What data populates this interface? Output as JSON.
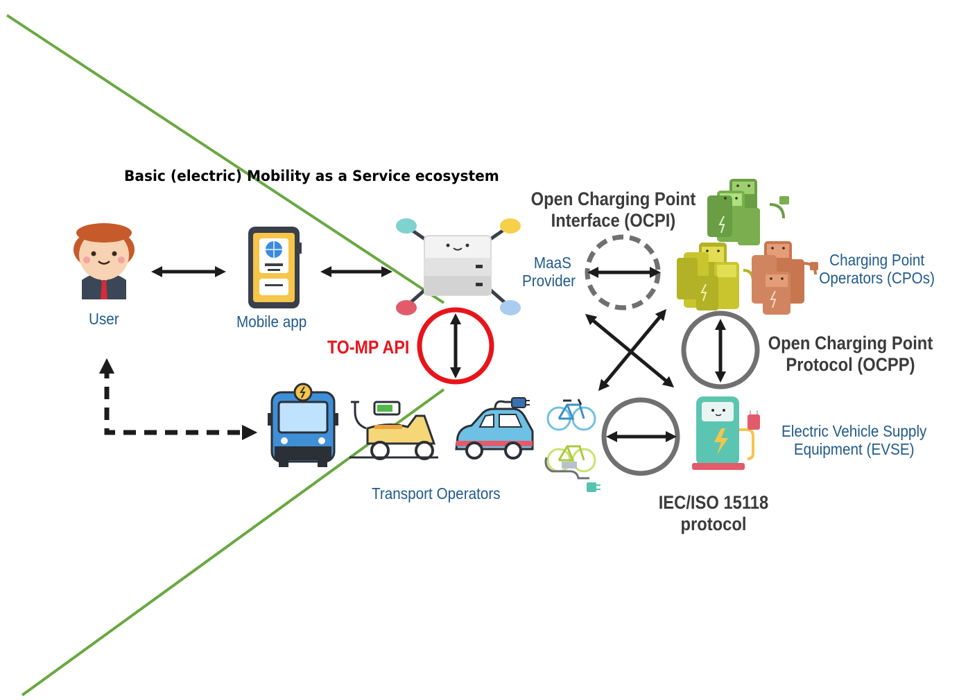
{
  "title": "Basic (electric) Mobility as a Service ecosystem",
  "nodes": {
    "user": "User",
    "mobile_app": "Mobile app",
    "maas_provider_line1": "MaaS",
    "maas_provider_line2": "Provider",
    "transport_operators": "Transport Operators",
    "cpo_line1": "Charging Point",
    "cpo_line2": "Operators (CPOs)",
    "evse_line1": "Electric Vehicle Supply",
    "evse_line2": "Equipment (EVSE)"
  },
  "protocols": {
    "ocpi_line1": "Open Charging Point",
    "ocpi_line2": "Interface (OCPI)",
    "ocpp_line1": "Open Charging Point",
    "ocpp_line2": "Protocol (OCPP)",
    "tomp": "TO-MP API",
    "iec_line1": "IEC/ISO 15118",
    "iec_line2": "protocol"
  },
  "colors": {
    "green_line": "#6aa842",
    "tomp_ring": "#e8141b",
    "protocol_ring": "#707070",
    "label_blue": "#1f5a8c"
  },
  "icons": [
    "user-avatar-icon",
    "smartphone-globe-icon",
    "maas-hub-icon",
    "charging-stations-icon",
    "bus-icon",
    "electric-scooter-icon",
    "electric-car-icon",
    "bicycles-icon",
    "ev-charger-icon"
  ]
}
